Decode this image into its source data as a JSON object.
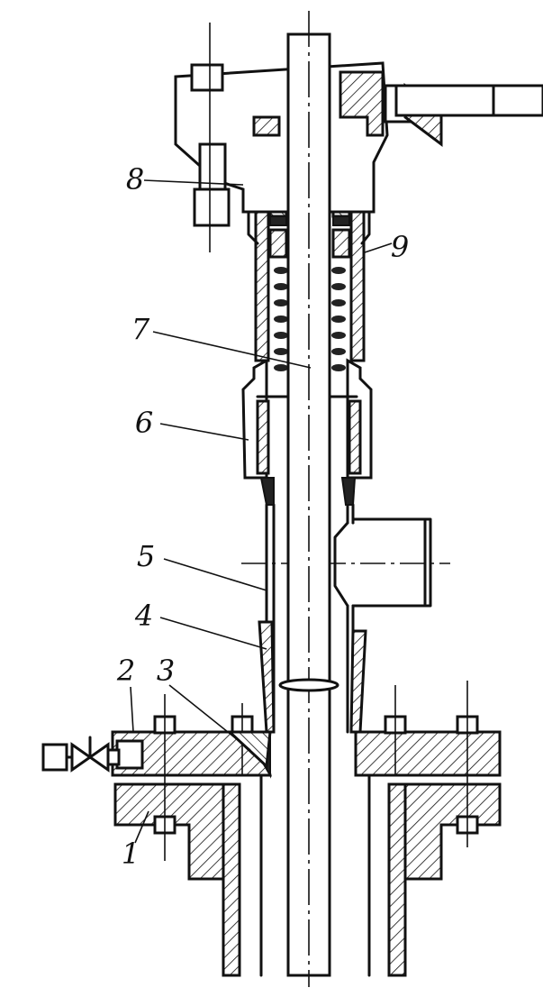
{
  "callouts": {
    "c1": "1",
    "c2": "2",
    "c3": "3",
    "c4": "4",
    "c5": "5",
    "c6": "6",
    "c7": "7",
    "c8": "8",
    "c9": "9"
  },
  "colors": {
    "ink": "#111111",
    "paper": "#ffffff"
  }
}
